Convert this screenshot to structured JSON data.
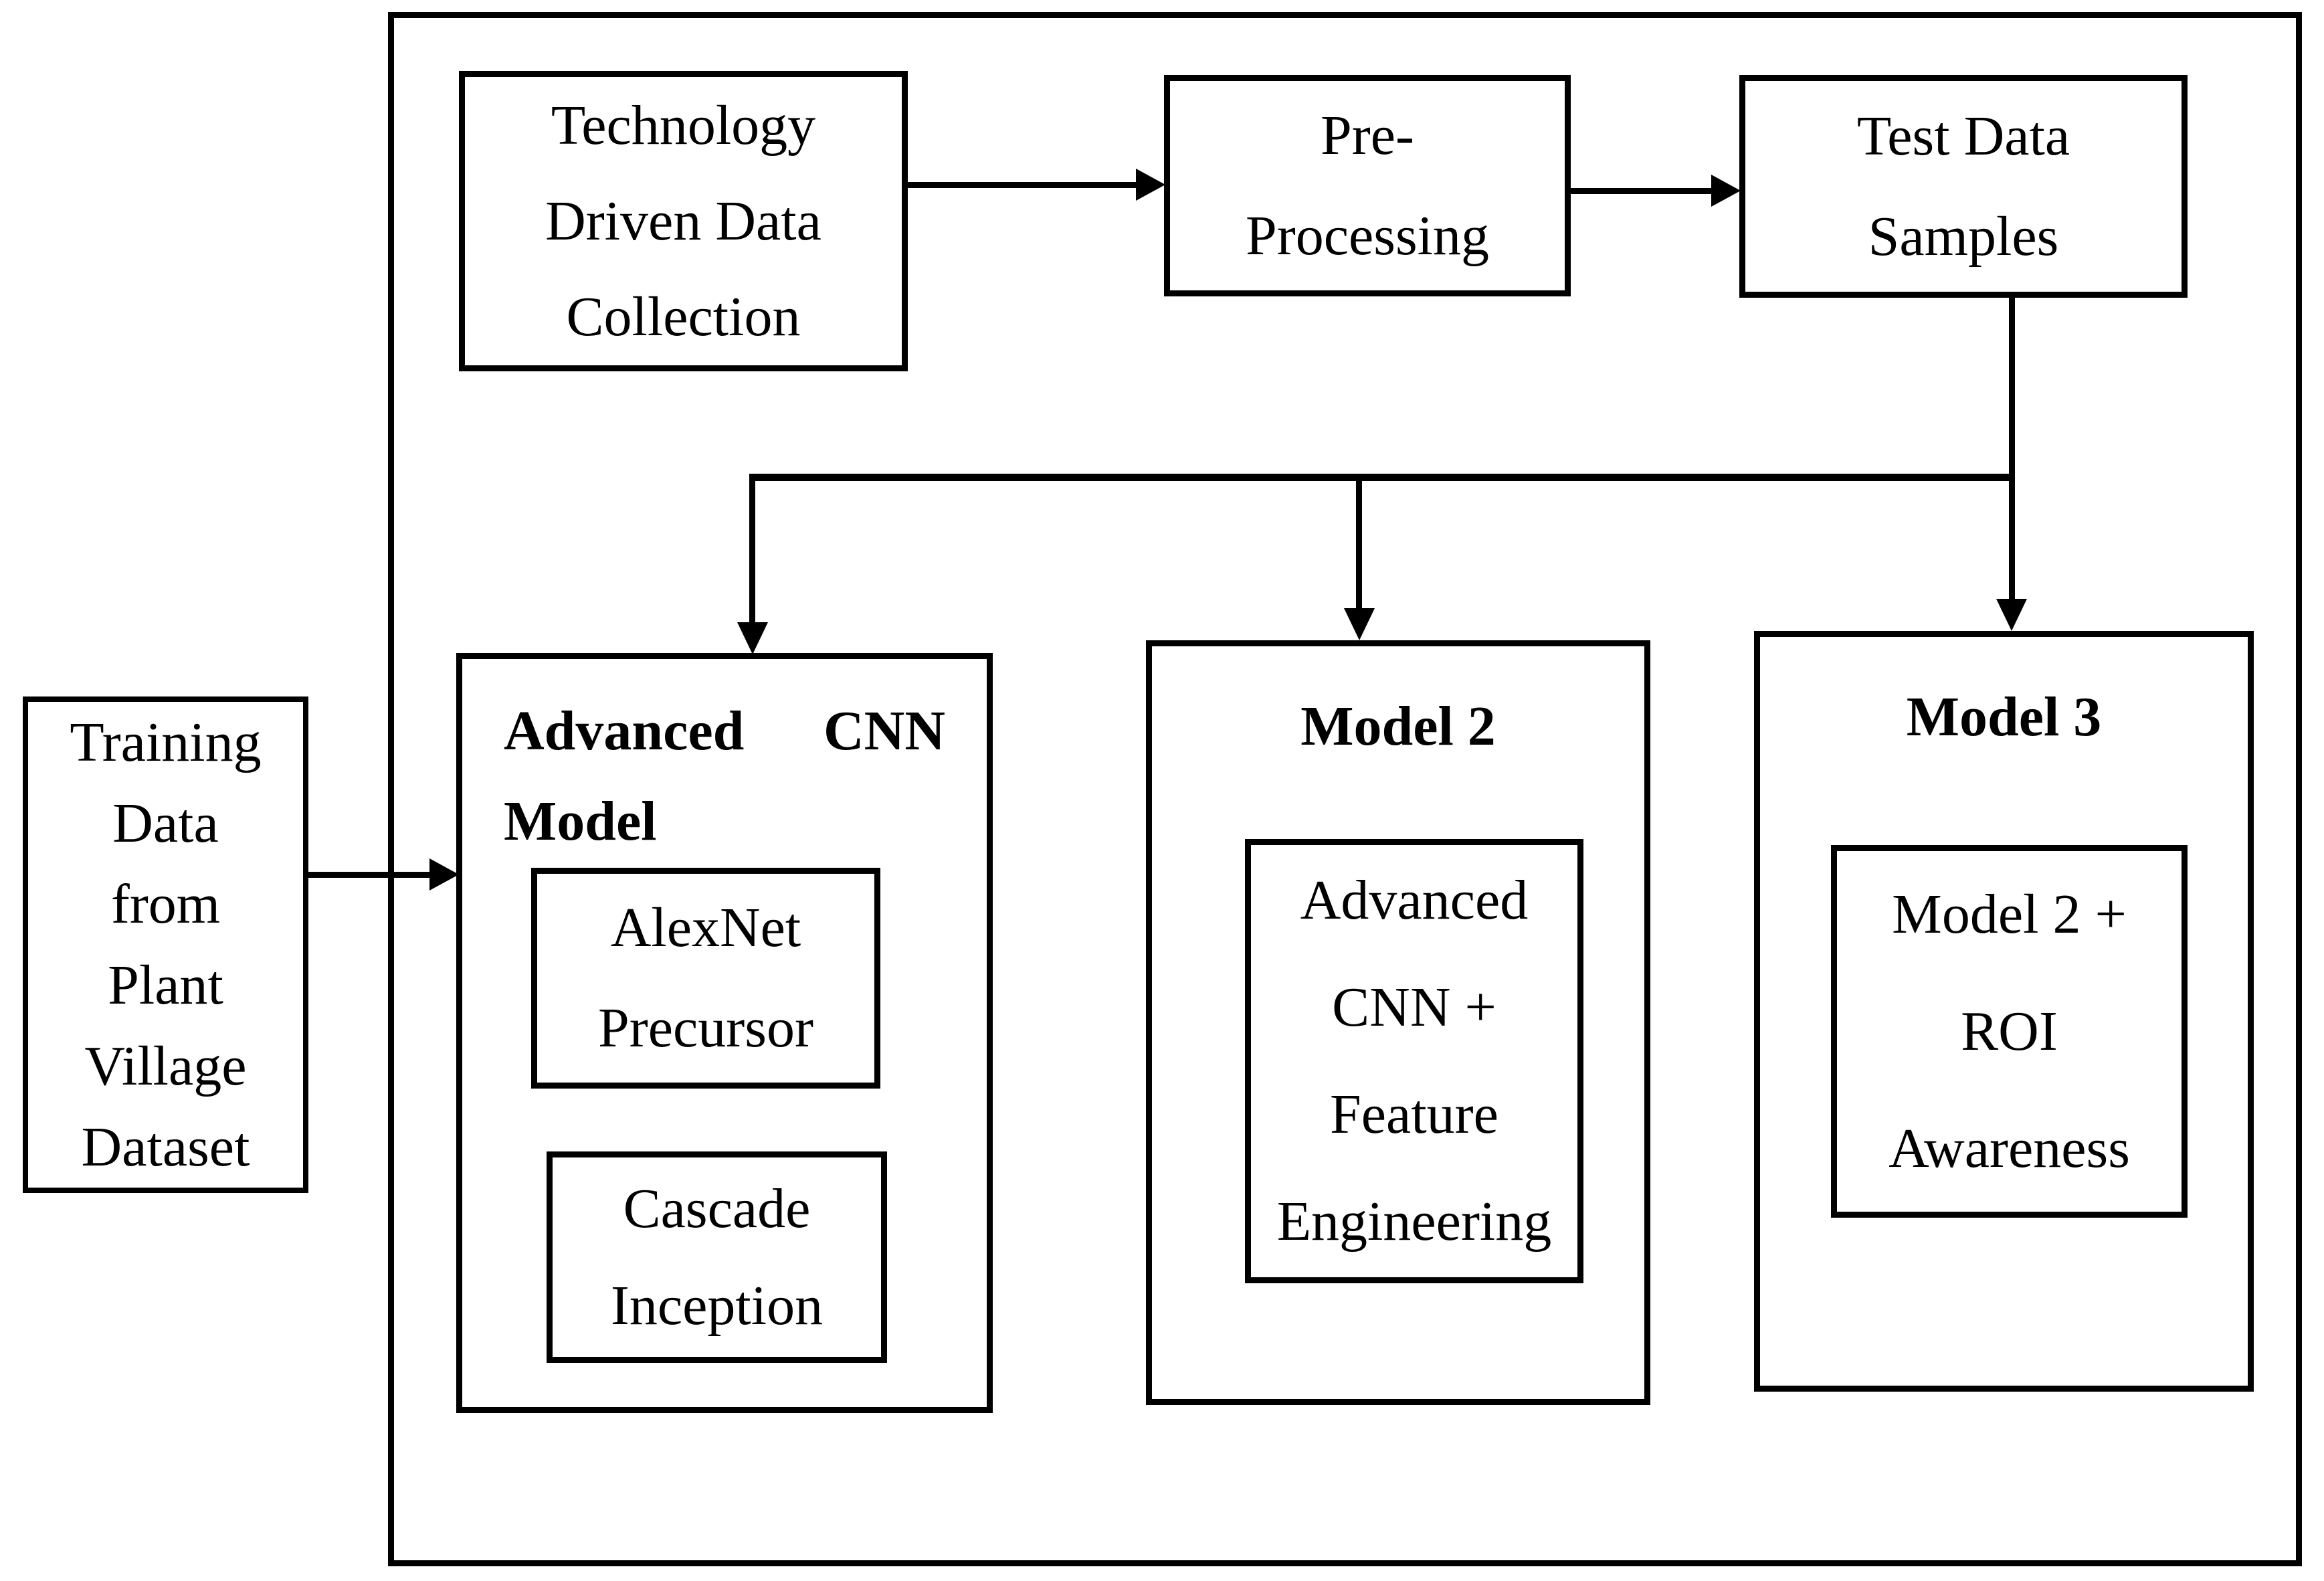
{
  "diagram": {
    "colors": {
      "line": "#000000",
      "background": "#ffffff"
    },
    "training_box": {
      "lines": [
        "Training",
        "Data",
        "from",
        "Plant",
        "Village",
        "Dataset"
      ]
    },
    "tech_box": {
      "lines": [
        "Technology",
        "Driven Data",
        "Collection"
      ]
    },
    "pre_box": {
      "lines": [
        "Pre-",
        "Processing"
      ]
    },
    "test_box": {
      "lines": [
        "Test Data",
        "Samples"
      ]
    },
    "advanced_box": {
      "title_word_left": "Advanced",
      "title_word_right": "CNN",
      "title_line2": "Model",
      "alexnet": {
        "lines": [
          "AlexNet",
          "Precursor"
        ]
      },
      "cascade": {
        "lines": [
          "Cascade",
          "Inception"
        ]
      }
    },
    "model2_box": {
      "title": "Model 2",
      "inner": {
        "lines": [
          "Advanced",
          "CNN +",
          "Feature",
          "Engineering"
        ]
      }
    },
    "model3_box": {
      "title": "Model 3",
      "inner": {
        "lines": [
          "Model 2 +",
          "ROI",
          "Awareness"
        ]
      }
    }
  }
}
